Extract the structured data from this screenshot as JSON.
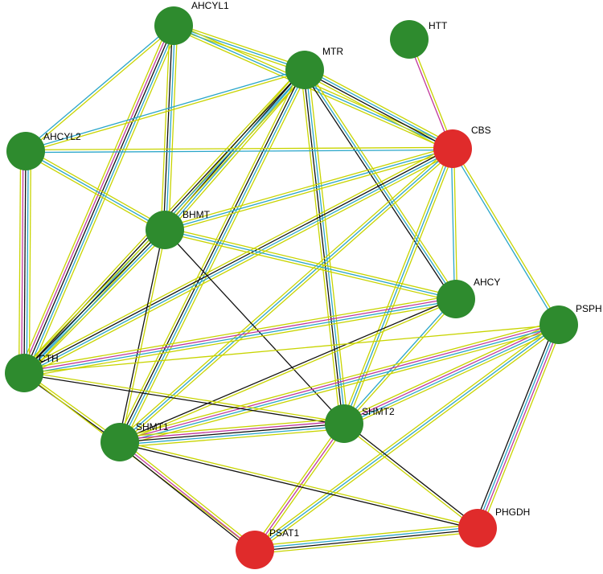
{
  "diagram": {
    "type": "protein-interaction-network",
    "colors": {
      "core_node": "#2e8b2e",
      "query_node": "#e02b2b",
      "edge_textmining": "#c8d400",
      "edge_database": "#2aa6c9",
      "edge_experimental": "#c0389c",
      "edge_coexpression": "#111111"
    },
    "nodes": [
      {
        "id": "AHCYL1",
        "label": "AHCYL1",
        "group": "core"
      },
      {
        "id": "HTT",
        "label": "HTT",
        "group": "core"
      },
      {
        "id": "MTR",
        "label": "MTR",
        "group": "core"
      },
      {
        "id": "CBS",
        "label": "CBS",
        "group": "query"
      },
      {
        "id": "AHCYL2",
        "label": "AHCYL2",
        "group": "core"
      },
      {
        "id": "BHMT",
        "label": "BHMT",
        "group": "core"
      },
      {
        "id": "AHCY",
        "label": "AHCY",
        "group": "core"
      },
      {
        "id": "PSPH",
        "label": "PSPH",
        "group": "core"
      },
      {
        "id": "CTH",
        "label": "CTH",
        "group": "core"
      },
      {
        "id": "SHMT2",
        "label": "SHMT2",
        "group": "core"
      },
      {
        "id": "SHMT1",
        "label": "SHMT1",
        "group": "core"
      },
      {
        "id": "PHGDH",
        "label": "PHGDH",
        "group": "query"
      },
      {
        "id": "PSAT1",
        "label": "PSAT1",
        "group": "query"
      }
    ],
    "edges": [
      {
        "from": "HTT",
        "to": "CBS",
        "types": [
          "textmining",
          "experimental"
        ]
      },
      {
        "from": "AHCYL1",
        "to": "MTR",
        "types": [
          "textmining",
          "database",
          "textmining"
        ]
      },
      {
        "from": "AHCYL1",
        "to": "CBS",
        "types": [
          "textmining",
          "database",
          "textmining"
        ]
      },
      {
        "from": "AHCYL1",
        "to": "AHCYL2",
        "types": [
          "textmining",
          "database"
        ]
      },
      {
        "from": "AHCYL1",
        "to": "BHMT",
        "types": [
          "textmining",
          "database",
          "coexpression",
          "textmining"
        ]
      },
      {
        "from": "AHCYL1",
        "to": "CTH",
        "types": [
          "textmining",
          "database",
          "coexpression",
          "experimental",
          "textmining"
        ]
      },
      {
        "from": "MTR",
        "to": "AHCYL2",
        "types": [
          "textmining",
          "database"
        ]
      },
      {
        "from": "MTR",
        "to": "CBS",
        "types": [
          "textmining",
          "database",
          "coexpression",
          "textmining"
        ]
      },
      {
        "from": "MTR",
        "to": "BHMT",
        "types": [
          "textmining",
          "database",
          "coexpression",
          "textmining"
        ]
      },
      {
        "from": "MTR",
        "to": "AHCY",
        "types": [
          "textmining",
          "database",
          "coexpression"
        ]
      },
      {
        "from": "MTR",
        "to": "CTH",
        "types": [
          "textmining",
          "database",
          "coexpression",
          "textmining"
        ]
      },
      {
        "from": "MTR",
        "to": "SHMT2",
        "types": [
          "textmining",
          "database",
          "coexpression",
          "textmining"
        ]
      },
      {
        "from": "MTR",
        "to": "SHMT1",
        "types": [
          "textmining",
          "database",
          "coexpression",
          "textmining"
        ]
      },
      {
        "from": "AHCYL2",
        "to": "CBS",
        "types": [
          "textmining",
          "database"
        ]
      },
      {
        "from": "AHCYL2",
        "to": "BHMT",
        "types": [
          "textmining",
          "database",
          "textmining"
        ]
      },
      {
        "from": "AHCYL2",
        "to": "CTH",
        "types": [
          "textmining",
          "database",
          "coexpression",
          "experimental",
          "textmining"
        ]
      },
      {
        "from": "CBS",
        "to": "BHMT",
        "types": [
          "textmining",
          "database",
          "textmining"
        ]
      },
      {
        "from": "CBS",
        "to": "AHCY",
        "types": [
          "textmining",
          "database"
        ]
      },
      {
        "from": "CBS",
        "to": "PSPH",
        "types": [
          "textmining",
          "database"
        ]
      },
      {
        "from": "CBS",
        "to": "CTH",
        "types": [
          "textmining",
          "database",
          "coexpression",
          "textmining"
        ]
      },
      {
        "from": "CBS",
        "to": "SHMT2",
        "types": [
          "textmining",
          "database",
          "textmining"
        ]
      },
      {
        "from": "CBS",
        "to": "SHMT1",
        "types": [
          "textmining",
          "database",
          "textmining"
        ]
      },
      {
        "from": "BHMT",
        "to": "AHCY",
        "types": [
          "textmining",
          "database",
          "textmining"
        ]
      },
      {
        "from": "BHMT",
        "to": "CTH",
        "types": [
          "textmining",
          "database",
          "coexpression",
          "textmining"
        ]
      },
      {
        "from": "BHMT",
        "to": "SHMT2",
        "types": [
          "coexpression"
        ]
      },
      {
        "from": "BHMT",
        "to": "SHMT1",
        "types": [
          "textmining",
          "coexpression"
        ]
      },
      {
        "from": "AHCY",
        "to": "CTH",
        "types": [
          "textmining",
          "database",
          "experimental",
          "textmining"
        ]
      },
      {
        "from": "AHCY",
        "to": "SHMT2",
        "types": [
          "textmining",
          "database"
        ]
      },
      {
        "from": "AHCY",
        "to": "SHMT1",
        "types": [
          "textmining",
          "coexpression"
        ]
      },
      {
        "from": "PSPH",
        "to": "CTH",
        "types": [
          "textmining"
        ]
      },
      {
        "from": "PSPH",
        "to": "SHMT2",
        "types": [
          "textmining",
          "database",
          "experimental",
          "textmining"
        ]
      },
      {
        "from": "PSPH",
        "to": "SHMT1",
        "types": [
          "textmining",
          "database",
          "experimental",
          "textmining"
        ]
      },
      {
        "from": "PSPH",
        "to": "PSAT1",
        "types": [
          "textmining",
          "database",
          "textmining"
        ]
      },
      {
        "from": "PSPH",
        "to": "PHGDH",
        "types": [
          "textmining",
          "experimental",
          "database",
          "coexpression"
        ]
      },
      {
        "from": "CTH",
        "to": "SHMT2",
        "types": [
          "textmining",
          "coexpression"
        ]
      },
      {
        "from": "CTH",
        "to": "SHMT1",
        "types": [
          "textmining",
          "coexpression"
        ]
      },
      {
        "from": "CTH",
        "to": "PSAT1",
        "types": [
          "textmining"
        ]
      },
      {
        "from": "SHMT2",
        "to": "SHMT1",
        "types": [
          "textmining",
          "database",
          "coexpression",
          "experimental",
          "textmining"
        ]
      },
      {
        "from": "SHMT2",
        "to": "PSAT1",
        "types": [
          "textmining",
          "experimental",
          "textmining"
        ]
      },
      {
        "from": "SHMT2",
        "to": "PHGDH",
        "types": [
          "coexpression",
          "textmining"
        ]
      },
      {
        "from": "SHMT1",
        "to": "PSAT1",
        "types": [
          "textmining",
          "experimental",
          "coexpression"
        ]
      },
      {
        "from": "SHMT1",
        "to": "PHGDH",
        "types": [
          "textmining",
          "coexpression"
        ]
      },
      {
        "from": "PSAT1",
        "to": "PHGDH",
        "types": [
          "textmining",
          "database",
          "coexpression",
          "textmining"
        ]
      }
    ]
  }
}
